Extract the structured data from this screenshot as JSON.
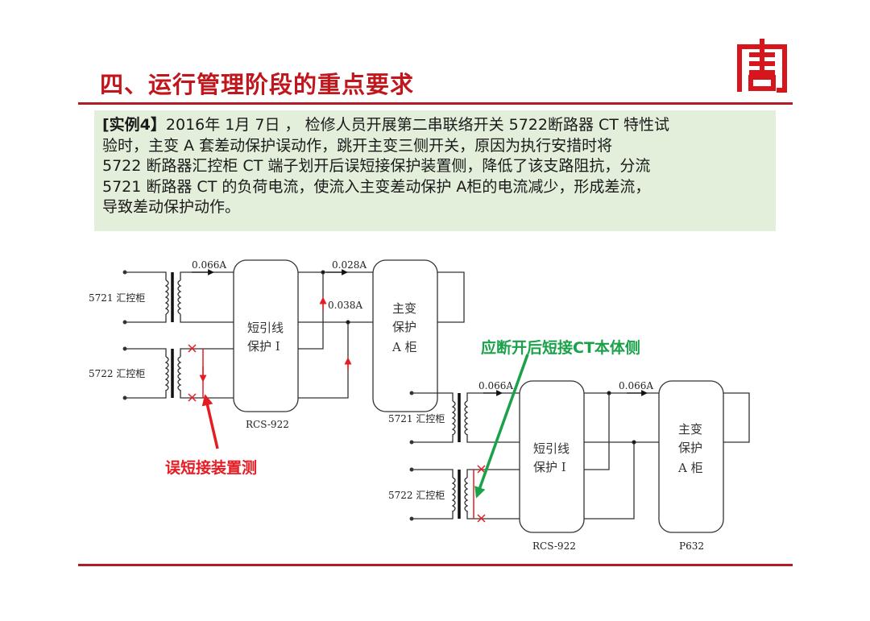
{
  "header": {
    "title": "四、运行管理阶段的重点要求",
    "logo_glyph": "唐",
    "accent_color": "#c0161c"
  },
  "case": {
    "tag": "[实例4】",
    "lines": [
      "2016年 1月 7日 ， 检修人员开展第二串联络开关 5722断路器 CT 特性试",
      "验时，主变 A 套差动保护误动作，跳开主变三侧开关，原因为执行安措时将",
      "5722 断路器汇控柜 CT 端子划开后误短接保护装置侧，降低了该支路阻抗，分流",
      "5721 断路器 CT 的负荷电流，使流入主变差动保护 A柜的电流减少，形成差流，",
      "导致差动保护动作。"
    ],
    "background": "#e3efdb"
  },
  "diagram_left": {
    "ct1_label": "5721 汇控柜",
    "ct2_label": "5722 汇控柜",
    "current_in": "0.066A",
    "current_out": "0.028A",
    "current_shunt": "0.038A",
    "block1_line1": "短引线",
    "block1_line2": "保护 I",
    "block1_model": "RCS-922",
    "block2_line1": "主变",
    "block2_line2": "保护",
    "block2_line3": "A 柜"
  },
  "diagram_right": {
    "ct1_label": "5721 汇控柜",
    "ct2_label": "5722 汇控柜",
    "current_in": "0.066A",
    "current_out": "0.066A",
    "block1_line1": "短引线",
    "block1_line2": "保护 I",
    "block1_model": "RCS-922",
    "block2_line1": "主变",
    "block2_line2": "保护",
    "block2_line3": "A 柜",
    "block2_model": "P632"
  },
  "annotations": {
    "wrong": "误短接装置测",
    "correct": "应断开后短接CT本体侧",
    "wrong_color": "#e51c23",
    "correct_color": "#1aa14a"
  }
}
